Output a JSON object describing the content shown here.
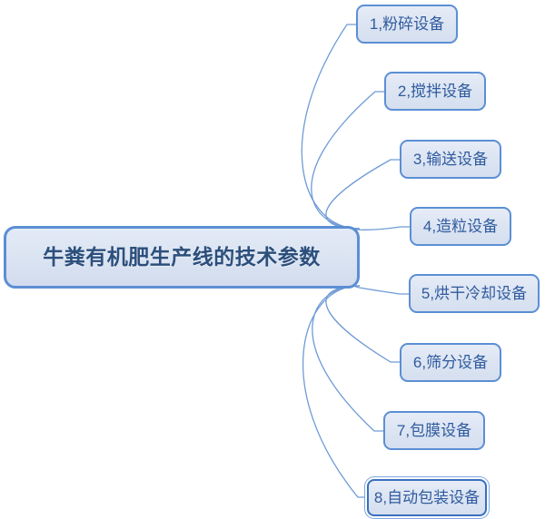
{
  "diagram": {
    "type": "mind-map",
    "title": "牛粪有机肥生产线的技术参数",
    "central": {
      "label": "牛粪有机肥生产线的技术参数"
    },
    "branches": [
      {
        "label": "1,粉碎设备",
        "selected": false
      },
      {
        "label": "2,搅拌设备",
        "selected": false
      },
      {
        "label": "3,输送设备",
        "selected": false
      },
      {
        "label": "4,造粒设备",
        "selected": false
      },
      {
        "label": "5,烘干冷却设备",
        "selected": false
      },
      {
        "label": "6,筛分设备",
        "selected": false
      },
      {
        "label": "7,包膜设备",
        "selected": false
      },
      {
        "label": "8,自动包装设备",
        "selected": true
      }
    ],
    "colors": {
      "background": "#ffffff",
      "node_fill": "#dde5f3",
      "node_border": "#5b8fd4",
      "central_text": "#2c4f7c",
      "branch_text": "#2f5b9e",
      "connector": "#6f9bd6",
      "selection_ring": "#7aa8de"
    }
  }
}
